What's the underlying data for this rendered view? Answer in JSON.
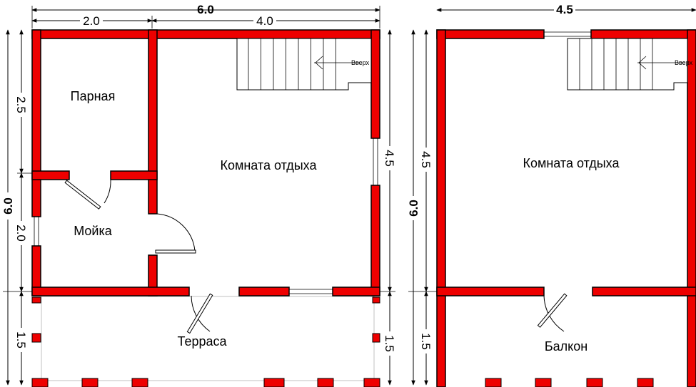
{
  "floor1": {
    "rooms": {
      "parnaya": "Парная",
      "moyka": "Мойка",
      "komnata": "Комната отдыха",
      "terrasa": "Терраса"
    },
    "stairs_label": "Вверх",
    "dims": {
      "top_total": "6.0",
      "top_left": "2.0",
      "top_right": "4.0",
      "left_total": "6.0",
      "left_top": "2.5",
      "left_mid": "2.0",
      "left_bottom": "1.5",
      "right_top": "4.5",
      "right_bottom": "1.5"
    }
  },
  "floor2": {
    "rooms": {
      "komnata": "Комната отдыха",
      "balkon": "Балкон"
    },
    "stairs_label": "Вверх",
    "dims": {
      "top_total": "4.5",
      "left_total": "6.0",
      "left_top": "4.5",
      "left_bottom": "1.5"
    }
  },
  "colors": {
    "wall": "#ee0000",
    "line": "#000000",
    "background": "#ffffff"
  }
}
